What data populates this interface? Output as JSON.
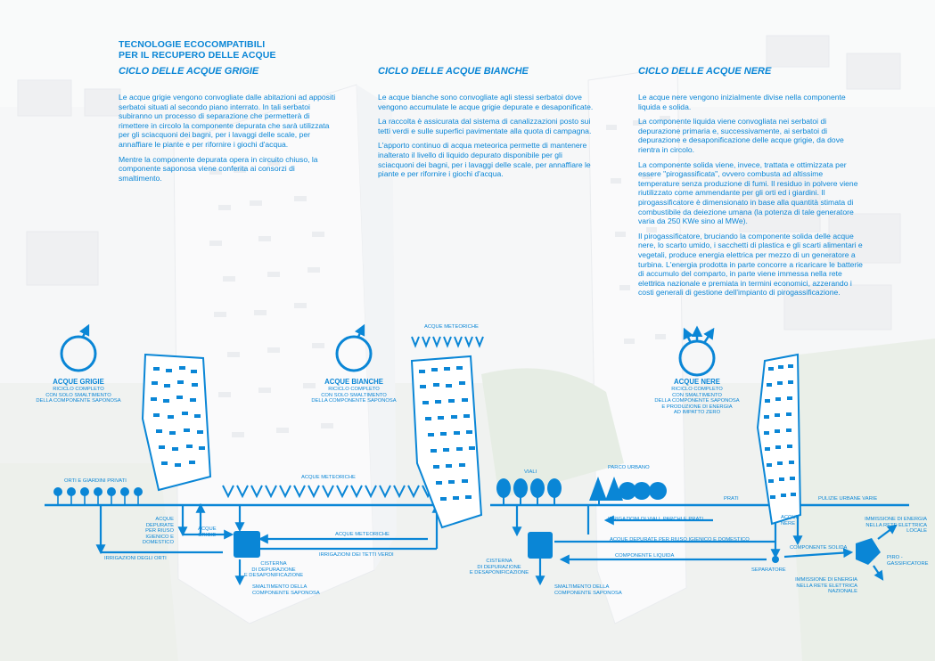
{
  "header": {
    "title_line1": "TECNOLOGIE ECOCOMPATIBILI",
    "title_line2": "PER IL RECUPERO DELLE ACQUE"
  },
  "sections": [
    {
      "title": "CICLO DELLE ACQUE GRIGIE",
      "paragraphs": [
        "Le acque grigie vengono convogliate dalle abitazioni ad appositi serbatoi situati al secondo piano interrato. In tali serbatoi subiranno un processo di separazione che permetterà di rimettere in circolo la componente depurata che sarà utilizzata per gli sciacquoni dei bagni, per i lavaggi delle scale, per annaffiare le piante e per rifornire i giochi d'acqua.",
        "Mentre la componente depurata opera in circuito chiuso, la componente saponosa viene conferita ai consorzi di smaltimento."
      ]
    },
    {
      "title": "CICLO DELLE ACQUE BIANCHE",
      "paragraphs": [
        "Le acque bianche sono convogliate agli stessi serbatoi dove vengono accumulate le acque grigie depurate e desaponificate.",
        "La raccolta è assicurata dal sistema di canalizzazioni posto sui tetti verdi e sulle superfici pavimentate alla quota di campagna.",
        "L'apporto continuo di acqua meteorica permette di mantenere inalterato il livello di liquido depurato disponibile per gli sciacquoni dei bagni, per i lavaggi delle scale, per annaffiare le piante e per rifornire i giochi d'acqua."
      ]
    },
    {
      "title": "CICLO DELLE ACQUE NERE",
      "paragraphs": [
        "Le acque nere vengono inizialmente divise nella componente liquida e solida.",
        "La componente liquida viene convogliata nei serbatoi di depurazione primaria e, successivamente, ai serbatoi di depurazione e desaponificazione delle acque grigie, da dove rientra in circolo.",
        "La componente solida viene, invece, trattata e ottimizzata per essere \"pirogassificata\", ovvero combusta ad altissime temperature senza produzione di fumi. Il residuo in polvere viene riutilizzato come ammendante per gli orti ed i giardini. Il pirogassificatore è dimensionato in base alla quantità stimata di combustibile da deiezione umana (la potenza di tale generatore varia da 250 KWe sino al MWe).",
        "Il pirogassificatore, bruciando la componente solida delle acque nere, lo scarto umido, i sacchetti di plastica e gli scarti alimentari e vegetali, produce energia elettrica per mezzo di un generatore a turbina. L'energia prodotta in parte concorre a ricaricare le batterie di accumulo del comparto, in parte viene immessa nella rete elettrica nazionale e premiata in termini economici, azzerando i costi generali di gestione dell'impianto di pirogassificazione."
      ]
    }
  ],
  "diagram": {
    "grigie_cycle": {
      "name": "ACQUE GRIGIE",
      "desc": [
        "RICICLO COMPLETO",
        "CON SOLO SMALTIMENTO",
        "DELLA COMPONENTE SAPONOSA"
      ]
    },
    "bianche_cycle": {
      "name": "ACQUE BIANCHE",
      "desc": [
        "RICICLO COMPLETO",
        "CON SOLO SMALTIMENTO",
        "DELLA COMPONENTE SAPONOSA"
      ]
    },
    "nere_cycle": {
      "name": "ACQUE NERE",
      "desc": [
        "RICICLO COMPLETO",
        "CON SMALTIMENTO",
        "DELLA COMPONENTE SAPONOSA",
        "E PRODUZIONE DI ENERGIA",
        "AD IMPATTO ZERO"
      ]
    },
    "labels": {
      "orti": "ORTI E GIARDINI PRIVATI",
      "meteoriche_bottom": "ACQUE METEORICHE",
      "meteoriche_top": "ACQUE METEORICHE",
      "meteoriche_line": "ACQUE METEORICHE",
      "viali": "VIALI",
      "parco": "PARCO URBANO",
      "prati": "PRATI",
      "pulizie": "PULIZIE URBANE VARIE",
      "depurate_left": [
        "ACQUE",
        "DEPURATE",
        "PER RIUSO",
        "IGIENICO E",
        "DOMESTICO"
      ],
      "grigie_in": [
        "ACQUE",
        "GRIGIE"
      ],
      "irr_orti": "IRRIGAZIONI DEGLI ORTI",
      "cisterna1": [
        "CISTERNA",
        "DI DEPURAZIONE",
        "E DESAPONIFICAZIONE"
      ],
      "irr_tetti": "IRRIGAZIONI DEI TETTI VERDI",
      "smalt1": [
        "SMALTIMENTO DELLA",
        "COMPONENTE SAPONOSA"
      ],
      "irr_viali": "IRRIGAZIONI DI VIALI, PARCHI E PRATI",
      "depurate_mid": "ACQUE DEPURATE PER RIUSO IGIENICO E DOMESTICO",
      "cisterna2": [
        "CISTERNA",
        "DI DEPURAZIONE",
        "E DESAPONIFICAZIONE"
      ],
      "comp_liquida": "COMPONENTE LIQUIDA",
      "smalt2": [
        "SMALTIMENTO DELLA",
        "COMPONENTE SAPONOSA"
      ],
      "nere_in": [
        "ACQUE",
        "NERE"
      ],
      "comp_solida": "COMPONENTE SOLIDA",
      "separatore": "SEPARATORE",
      "immissione_top": [
        "IMMISSIONE DI ENERGIA",
        "NELLA RETE ELETTRICA",
        "LOCALE"
      ],
      "piro": [
        "PIRO -",
        "GASSIFICATORE"
      ],
      "immissione_bottom": [
        "IMMISSIONE DI ENERGIA",
        "NELLA RETE ELETTRICA",
        "NAZIONALE"
      ]
    }
  },
  "colors": {
    "accent": "#0a86d6",
    "background": "#f3f4f6"
  }
}
